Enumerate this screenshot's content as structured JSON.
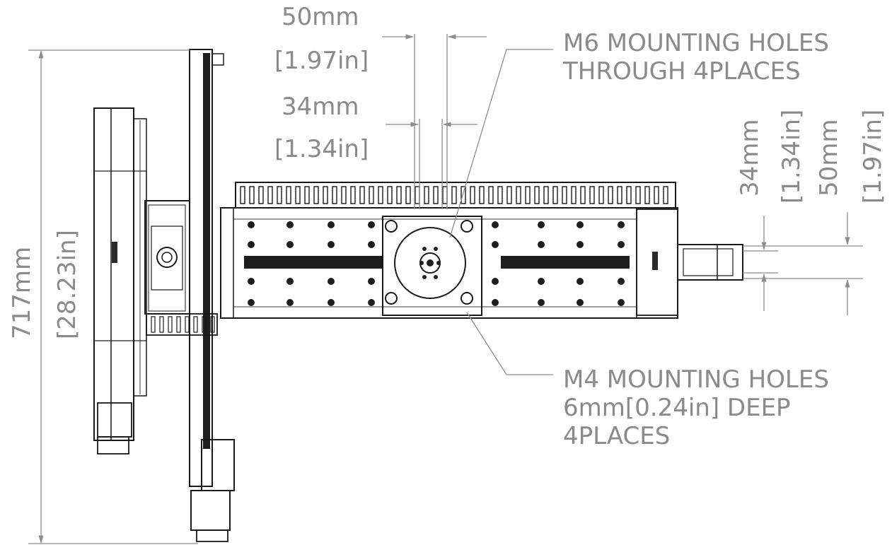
{
  "dimensions": {
    "top_outer_mm": "50mm",
    "top_outer_in": "[1.97in]",
    "top_inner_mm": "34mm",
    "top_inner_in": "[1.34in]",
    "right_inner_mm": "34mm",
    "right_inner_in": "[1.34in]",
    "right_outer_mm": "50mm",
    "right_outer_in": "[1.97in]",
    "overall_height_mm": "717mm",
    "overall_height_in": "[28.23in]"
  },
  "callouts": {
    "m6": {
      "line1": "M6 MOUNTING HOLES",
      "line2": "THROUGH 4PLACES"
    },
    "m4": {
      "line1": "M4 MOUNTING HOLES",
      "line2": "6mm[0.24in] DEEP",
      "line3": "4PLACES"
    }
  },
  "colors": {
    "drawing_line": "#1a1a1a",
    "dimension_text": "#8a8a8a",
    "background": "#ffffff"
  }
}
